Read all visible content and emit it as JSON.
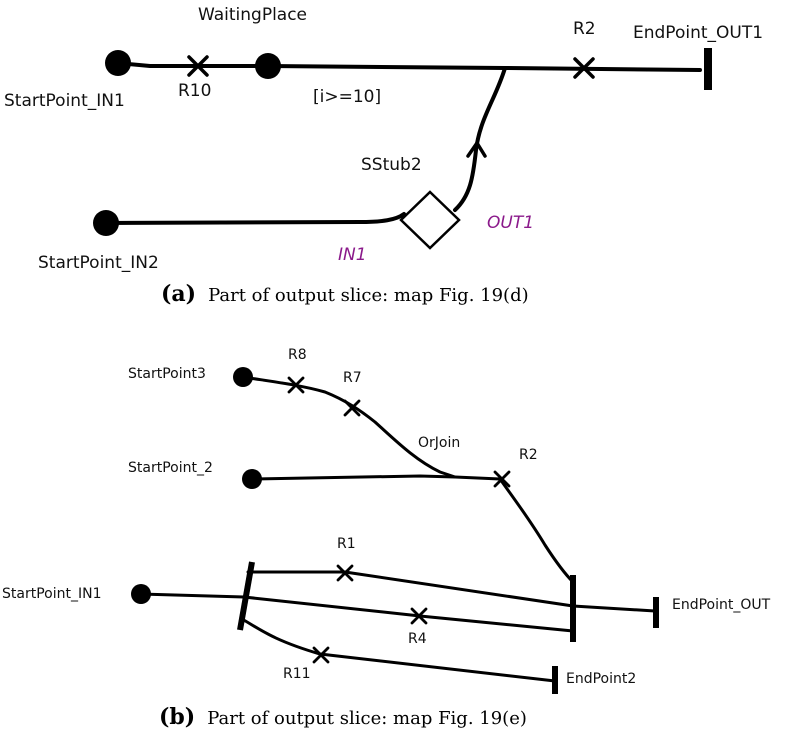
{
  "panel_a": {
    "nodes": {
      "start_in1": "StartPoint_IN1",
      "waiting_place": "WaitingPlace",
      "r10": "R10",
      "guard": "[i>=10]",
      "r2": "R2",
      "end_out1": "EndPoint_OUT1",
      "sstub": "SStub2",
      "out1": "OUT1",
      "in1": "IN1",
      "start_in2": "StartPoint_IN2"
    },
    "caption": {
      "tag": "(a)",
      "text": "Part of output slice: map Fig. 19(d)"
    },
    "port_color": "#8b1a8b"
  },
  "panel_b": {
    "nodes": {
      "r8": "R8",
      "start3": "StartPoint3",
      "r7": "R7",
      "orjoin": "OrJoin",
      "start_2": "StartPoint_2",
      "r2": "R2",
      "r1": "R1",
      "start_in1": "StartPoint_IN1",
      "end_out": "EndPoint_OUT",
      "r4": "R4",
      "r11": "R11",
      "end2": "EndPoint2"
    },
    "caption": {
      "tag": "(b)",
      "text": "Part of output slice: map Fig. 19(e)"
    }
  }
}
